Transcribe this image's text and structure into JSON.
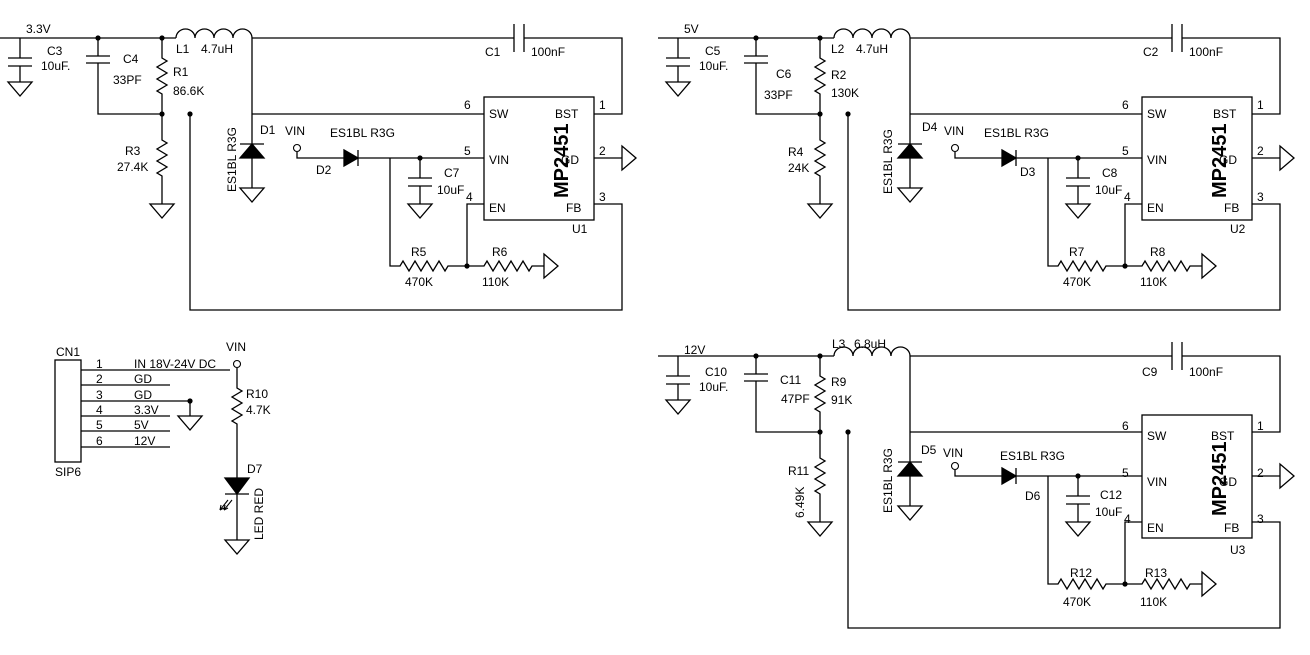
{
  "sections": [
    {
      "id": "reg-3v3",
      "rail": "3.3V",
      "cin": {
        "ref": "C3",
        "value": "10uF."
      },
      "cff": {
        "ref": "C4",
        "value": "33PF"
      },
      "inductor": {
        "ref": "L1",
        "value": "4.7uH"
      },
      "rtop": {
        "ref": "R1",
        "value": "86.6K"
      },
      "rbot": {
        "ref": "R3",
        "value": "27.4K"
      },
      "diode_fw": {
        "ref": "D1",
        "value": "ES1BL R3G"
      },
      "vin_label": "VIN",
      "diode_in": {
        "ref": "D2",
        "value": "ES1BL R3G"
      },
      "cboot": {
        "ref": "C1",
        "value": "100nF"
      },
      "cvin": {
        "ref": "C7",
        "value": "10uF"
      },
      "ren": {
        "ref": "R5",
        "value": "470K"
      },
      "rgd": {
        "ref": "R6",
        "value": "110K"
      },
      "chip": {
        "ref": "U1",
        "part": "MP2451"
      }
    },
    {
      "id": "reg-5v",
      "rail": "5V",
      "cin": {
        "ref": "C5",
        "value": "10uF."
      },
      "cff": {
        "ref": "C6",
        "value": "33PF"
      },
      "inductor": {
        "ref": "L2",
        "value": "4.7uH"
      },
      "rtop": {
        "ref": "R2",
        "value": "130K"
      },
      "rbot": {
        "ref": "R4",
        "value": "24K"
      },
      "diode_fw": {
        "ref": "D4",
        "value": "ES1BL R3G"
      },
      "vin_label": "VIN",
      "diode_in": {
        "ref": "D3",
        "value": "ES1BL R3G"
      },
      "cboot": {
        "ref": "C2",
        "value": "100nF"
      },
      "cvin": {
        "ref": "C8",
        "value": "10uF"
      },
      "ren": {
        "ref": "R7",
        "value": "470K"
      },
      "rgd": {
        "ref": "R8",
        "value": "110K"
      },
      "chip": {
        "ref": "U2",
        "part": "MP2451"
      }
    },
    {
      "id": "reg-12v",
      "rail": "12V",
      "cin": {
        "ref": "C10",
        "value": "10uF."
      },
      "cff": {
        "ref": "C11",
        "value": "47PF"
      },
      "inductor": {
        "ref": "L3",
        "value": "6.8uH"
      },
      "rtop": {
        "ref": "R9",
        "value": "91K"
      },
      "rbot": {
        "ref": "R11",
        "value": "6.49K"
      },
      "diode_fw": {
        "ref": "D5",
        "value": "ES1BL R3G"
      },
      "vin_label": "VIN",
      "diode_in": {
        "ref": "D6",
        "value": "ES1BL R3G"
      },
      "cboot": {
        "ref": "C9",
        "value": "100nF"
      },
      "cvin": {
        "ref": "C12",
        "value": "10uF"
      },
      "ren": {
        "ref": "R12",
        "value": "470K"
      },
      "rgd": {
        "ref": "R13",
        "value": "110K"
      },
      "chip": {
        "ref": "U3",
        "part": "MP2451"
      }
    }
  ],
  "chip_pins": {
    "sw": "SW",
    "vin": "VIN",
    "en": "EN",
    "bst": "BST",
    "gd": "GD",
    "fb": "FB",
    "n6": "6",
    "n5": "5",
    "n4": "4",
    "n1": "1",
    "n2": "2",
    "n3": "3"
  },
  "connector": {
    "ref": "CN1",
    "type": "SIP6",
    "pins": [
      {
        "num": "1",
        "label": "IN  18V-24V DC"
      },
      {
        "num": "2",
        "label": "GD"
      },
      {
        "num": "3",
        "label": "GD"
      },
      {
        "num": "4",
        "label": "3.3V"
      },
      {
        "num": "5",
        "label": "5V"
      },
      {
        "num": "6",
        "label": "12V"
      }
    ]
  },
  "led_section": {
    "vin_label": "VIN",
    "resistor": {
      "ref": "R10",
      "value": "4.7K"
    },
    "led": {
      "ref": "D7",
      "value": "LED RED"
    }
  }
}
